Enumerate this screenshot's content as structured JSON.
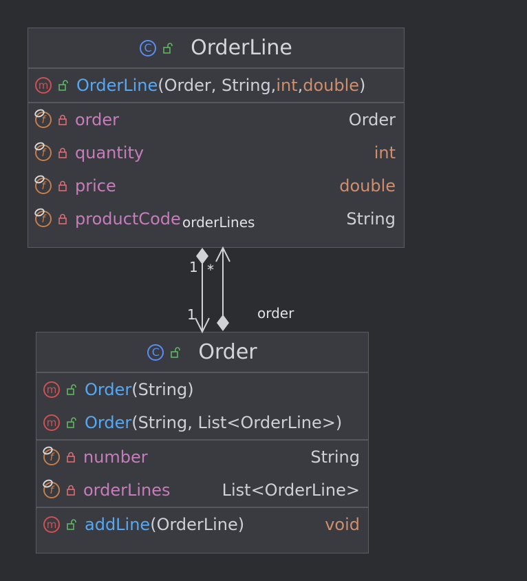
{
  "orderline": {
    "title": "OrderLine",
    "constructor": {
      "name": "OrderLine",
      "open": "(",
      "p1": "Order, String, ",
      "p2": "int",
      "sep": ", ",
      "p3": "double",
      "close": ")"
    },
    "fields": [
      {
        "name": "order",
        "type": "Order",
        "type_kw": false
      },
      {
        "name": "quantity",
        "type": "int",
        "type_kw": true
      },
      {
        "name": "price",
        "type": "double",
        "type_kw": true
      },
      {
        "name": "productCode",
        "type": "String",
        "type_kw": false
      }
    ]
  },
  "order": {
    "title": "Order",
    "constructors": [
      {
        "name": "Order",
        "params": "(String)"
      },
      {
        "name": "Order",
        "params": "(String, List<OrderLine>)"
      }
    ],
    "fields": [
      {
        "name": "number",
        "type": "String"
      },
      {
        "name": "orderLines",
        "type": "List<OrderLine>"
      }
    ],
    "methods": [
      {
        "name": "addLine",
        "params": "(OrderLine)",
        "type": "void"
      }
    ]
  },
  "edges": {
    "upper_role": "orderLines",
    "lower_role": "order",
    "mult_top_left": "1",
    "mult_top_right": "*",
    "mult_bottom_left": "1"
  },
  "icons": {
    "class": "class-icon",
    "method": "method-icon",
    "field": "field-icon",
    "public": "unlock-icon",
    "private": "lock-icon"
  },
  "colors": {
    "background": "#2b2d30",
    "box": "#393b40",
    "method_name": "#56a8f5",
    "field_name": "#c77dbb",
    "keyword": "#cf8e6d",
    "public_icon": "#5fb865",
    "private_icon": "#e06c75"
  }
}
